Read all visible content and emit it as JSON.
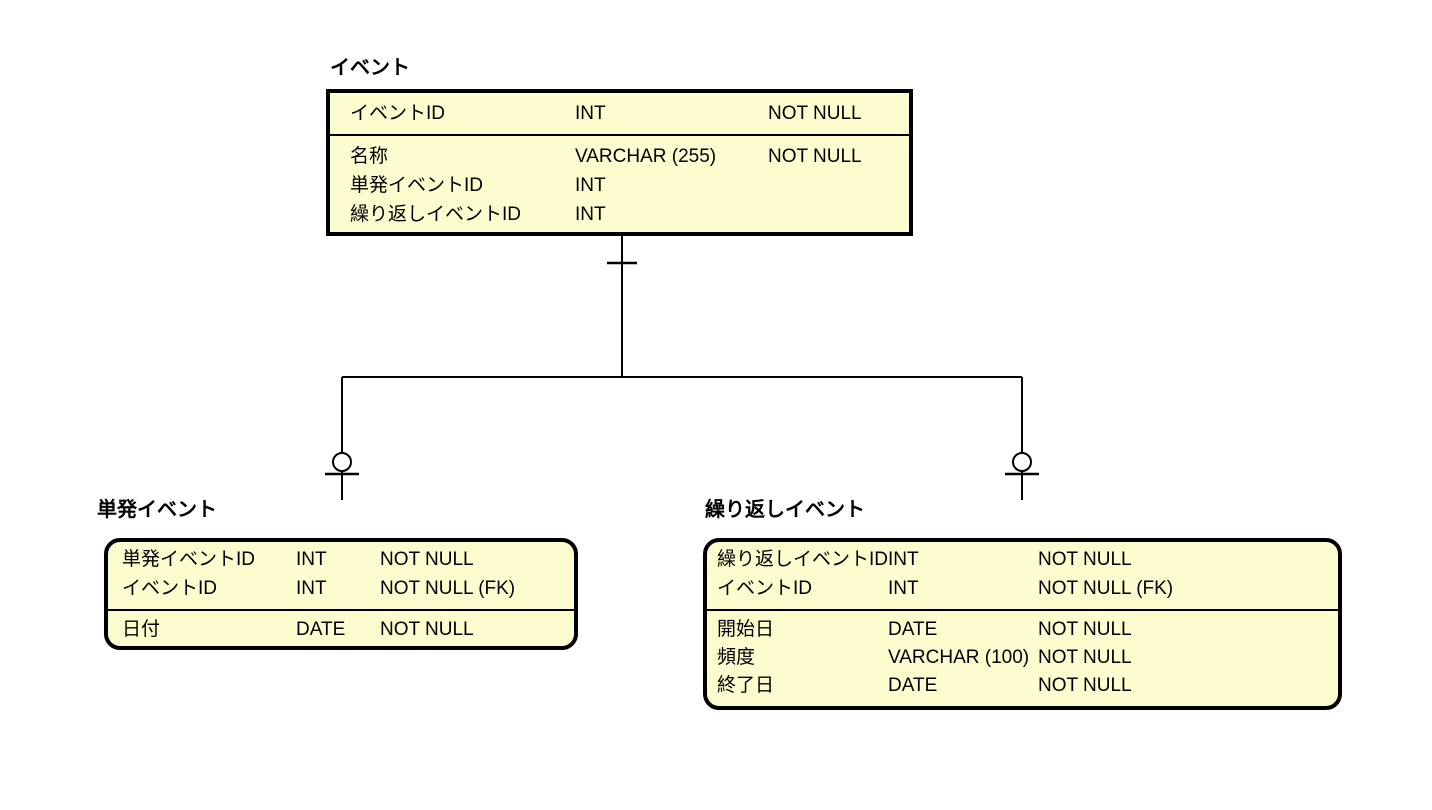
{
  "colors": {
    "entity_fill": "#FDFCCF",
    "entity_border": "#000000",
    "line": "#000000",
    "background": "#FFFFFF"
  },
  "entities": {
    "event": {
      "title": "イベント",
      "keys": [
        {
          "name": "イベントID",
          "type": "INT",
          "null": "NOT NULL"
        }
      ],
      "attrs": [
        {
          "name": "名称",
          "type": "VARCHAR (255)",
          "null": "NOT NULL"
        },
        {
          "name": "単発イベントID",
          "type": "INT",
          "null": ""
        },
        {
          "name": "繰り返しイベントID",
          "type": "INT",
          "null": ""
        }
      ]
    },
    "single_event": {
      "title": "単発イベント",
      "keys": [
        {
          "name": "単発イベントID",
          "type": "INT",
          "null": "NOT NULL"
        },
        {
          "name": "イベントID",
          "type": "INT",
          "null": "NOT NULL (FK)"
        }
      ],
      "attrs": [
        {
          "name": "日付",
          "type": "DATE",
          "null": "NOT NULL"
        }
      ]
    },
    "recurring_event": {
      "title": "繰り返しイベント",
      "keys": [
        {
          "name": "繰り返しイベントID",
          "type": "INT",
          "null": "NOT NULL"
        },
        {
          "name": "イベントID",
          "type": "INT",
          "null": "NOT NULL (FK)"
        }
      ],
      "attrs": [
        {
          "name": "開始日",
          "type": "DATE",
          "null": "NOT NULL"
        },
        {
          "name": "頻度",
          "type": "VARCHAR (100)",
          "null": "NOT NULL"
        },
        {
          "name": "終了日",
          "type": "DATE",
          "null": "NOT NULL"
        }
      ]
    }
  },
  "connectors": {
    "parent_marker": "one-bar-cardinality",
    "child_marker": "zero-or-one-circle-bar-cardinality"
  }
}
